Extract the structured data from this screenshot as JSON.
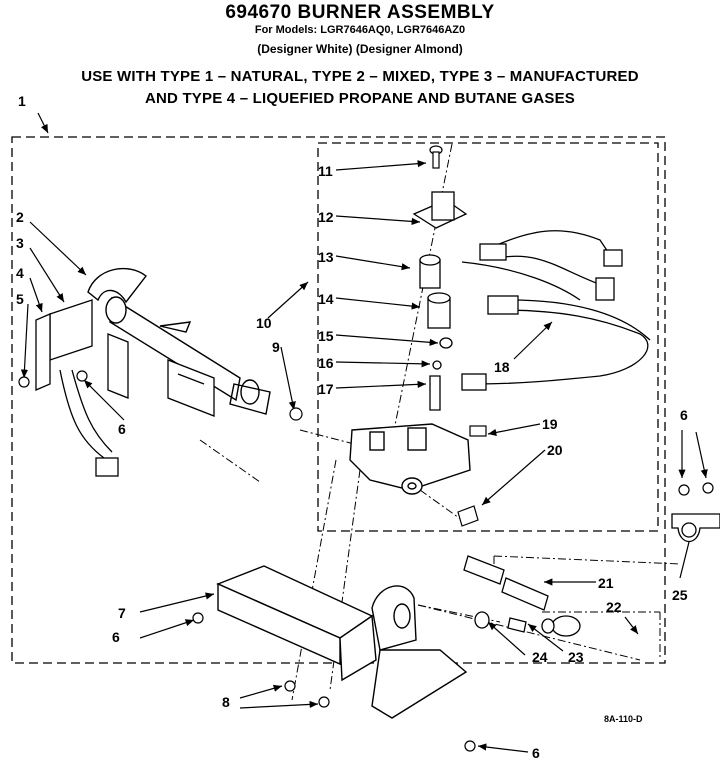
{
  "header": {
    "title": "694670 BURNER ASSEMBLY",
    "models": "For Models: LGR7646AQ0, LGR7646AZ0",
    "colors": "(Designer White) (Designer Almond)",
    "usage_line1": "USE WITH TYPE 1 – NATURAL, TYPE 2 – MIXED, TYPE 3 – MANUFACTURED",
    "usage_line2": "AND TYPE 4 – LIQUEFIED PROPANE AND BUTANE GASES"
  },
  "callouts": {
    "c1": "1",
    "c2": "2",
    "c3": "3",
    "c4": "4",
    "c5": "5",
    "c6a": "6",
    "c6b": "6",
    "c6c": "6",
    "c6d": "6",
    "c7": "7",
    "c8": "8",
    "c9": "9",
    "c10": "10",
    "c11": "11",
    "c12": "12",
    "c13": "13",
    "c14": "14",
    "c15": "15",
    "c16": "16",
    "c17": "17",
    "c18": "18",
    "c19": "19",
    "c20": "20",
    "c21": "21",
    "c22": "22",
    "c23": "23",
    "c24": "24",
    "c25": "25"
  },
  "footer": {
    "code": "8A-110-D"
  }
}
